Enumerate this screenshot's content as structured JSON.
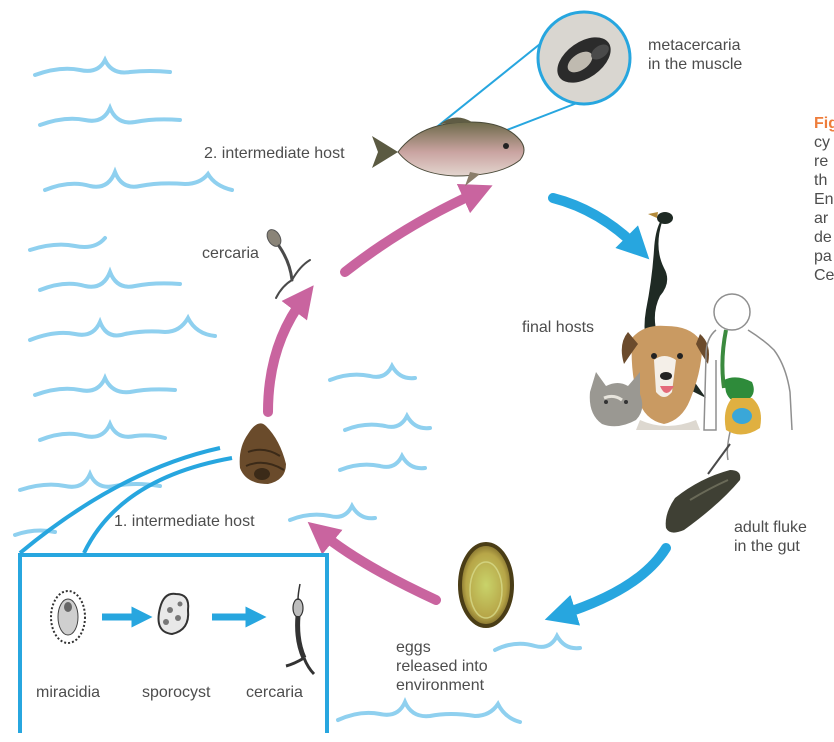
{
  "labels": {
    "metacercaria_line1": "metacercaria",
    "metacercaria_line2": "in the muscle",
    "second_host": "2. intermediate host",
    "cercaria": "cercaria",
    "final_hosts": "final hosts",
    "first_host": "1. intermediate host",
    "adult_line1": "adult fluke",
    "adult_line2": "in the gut",
    "eggs_line1": "eggs",
    "eggs_line2": "released into",
    "eggs_line3": "environment"
  },
  "inset": {
    "stage1": "miracidia",
    "stage2": "sporocyst",
    "stage3": "cercaria"
  },
  "caption": {
    "fig": "Fig",
    "lines": [
      "cy",
      "re",
      "th",
      "En",
      "ar",
      "de",
      "pa",
      "Ce"
    ]
  },
  "colors": {
    "water": "#8fd0ef",
    "blue_arrow": "#27a6df",
    "pink_arrow": "#c9649f",
    "caption_accent": "#ee7d3b"
  }
}
